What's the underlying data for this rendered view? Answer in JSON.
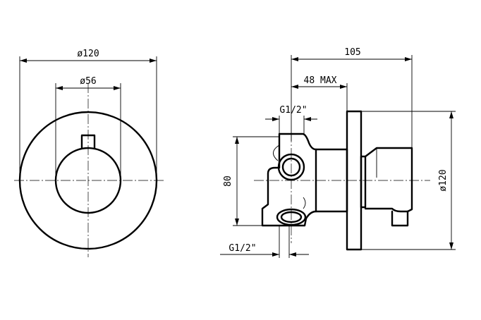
{
  "front_view": {
    "outer_diameter_label": "ø120",
    "knob_diameter_label": "ø56"
  },
  "side_view": {
    "depth_label": "105",
    "max_label": "48 MAX",
    "top_thread_label": "G1/2\"",
    "bottom_thread_label": "G1/2\"",
    "height_label": "80",
    "plate_diameter_label": "ø120"
  }
}
